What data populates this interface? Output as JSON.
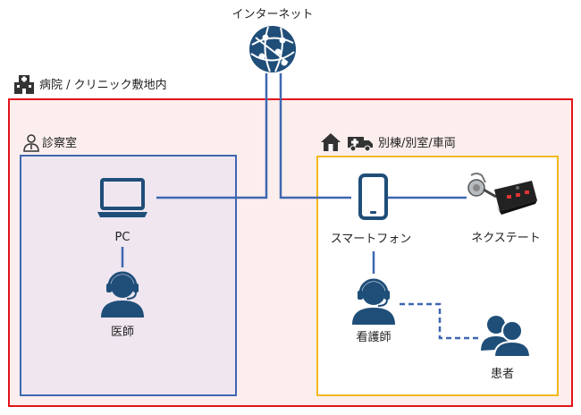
{
  "internet": {
    "label": "インターネット",
    "icon": "globe-network-icon"
  },
  "hospital": {
    "label": "病院 / クリニック敷地内",
    "icon": "hospital-building-icon",
    "border_color": "#e3121b",
    "fill_color": "#fbeeed"
  },
  "exam_room": {
    "label": "診察室",
    "icon": "doctor-person-icon",
    "border_color": "#3f67b1",
    "fill_color": "#efe6f0",
    "nodes": {
      "pc": "PC",
      "doctor": "医師"
    }
  },
  "remote": {
    "label": "別棟/別室/車両",
    "icons": [
      "house-icon",
      "ambulance-icon"
    ],
    "border_color": "#f2b71b",
    "fill_color": "#ffffff",
    "nodes": {
      "smartphone": "スマートフォン",
      "stethoscope": "ネクステート",
      "nurse": "看護師",
      "patient": "患者"
    }
  },
  "colors": {
    "link": "#3f67b1",
    "icon": "#1f4e79"
  }
}
